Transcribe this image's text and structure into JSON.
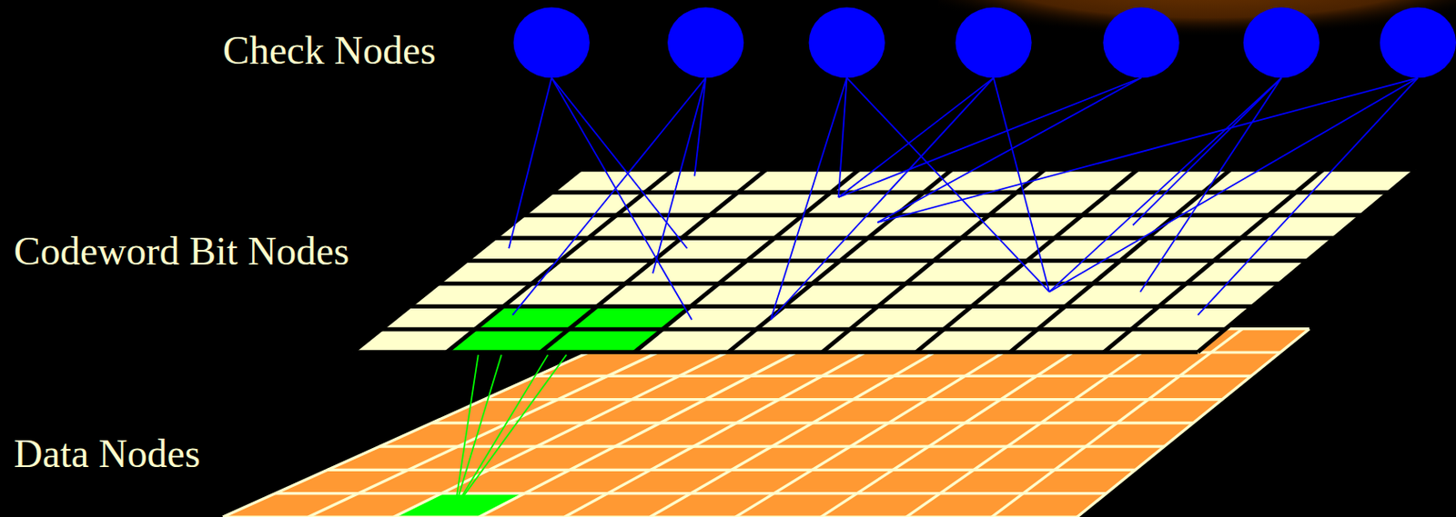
{
  "diagram": {
    "labels": [
      "Check Nodes",
      "Codeword Bit Nodes",
      "Data Nodes"
    ]
  }
}
